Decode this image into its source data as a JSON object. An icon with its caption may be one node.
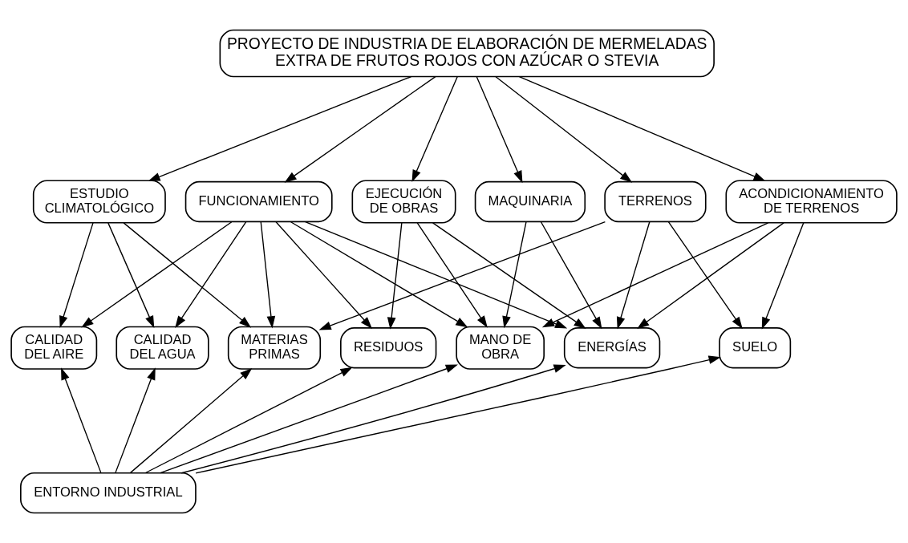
{
  "diagram": {
    "nodes": [
      {
        "text": [
          "PROYECTO DE INDUSTRIA DE ELABORACIÓN DE MERMELADAS EXTRA DE FRUTOS ROJOS CON AZÚCAR O STEVIA"
        ]
      },
      {
        "text": [
          "ESTUDIO CLIMATOLÓGICO"
        ]
      },
      {
        "text": [
          "TERRENOS"
        ]
      },
      {
        "text": [
          "ACONDICIONAMIENTO DE TERRENOS"
        ]
      },
      {
        "text": [
          "EJECUCIÓN DE OBRAS"
        ]
      },
      {
        "text": [
          "MAQUINARIA"
        ]
      },
      {
        "text": [
          "FUNCIONAMIENTO"
        ]
      },
      {
        "text": [
          "CALIDAD DEL AGUA"
        ]
      },
      {
        "text": [
          "CALIDAD DEL AIRE"
        ]
      },
      {
        "text": [
          "SUELO"
        ]
      },
      {
        "text": [
          "MANO DE OBRA"
        ]
      },
      {
        "text": [
          "MATERIAS PRIMAS"
        ]
      },
      {
        "text": [
          "ENERGÍAS"
        ]
      },
      {
        "text": [
          "RESIDUOS"
        ]
      },
      {
        "text": [
          "ENTORNO INDUSTRIAL"
        ]
      }
    ],
    "edges": [
      {
        "from": 0,
        "to": 1,
        "arrow": "to"
      },
      {
        "from": 0,
        "to": 2,
        "arrow": "to"
      },
      {
        "from": 0,
        "to": 3,
        "arrow": "to"
      },
      {
        "from": 0,
        "to": 4,
        "arrow": "to"
      },
      {
        "from": 0,
        "to": 5,
        "arrow": "to"
      },
      {
        "from": 0,
        "to": 6,
        "arrow": "to"
      },
      {
        "from": 1,
        "to": 7,
        "arrow": "to"
      },
      {
        "from": 1,
        "to": 8,
        "arrow": "to"
      },
      {
        "from": 1,
        "to": 11,
        "arrow": "to"
      },
      {
        "from": 2,
        "to": 9,
        "arrow": "to"
      },
      {
        "from": 2,
        "to": 11,
        "arrow": "to"
      },
      {
        "from": 2,
        "to": 12,
        "arrow": "to"
      },
      {
        "from": 3,
        "to": 9,
        "arrow": "to"
      },
      {
        "from": 3,
        "to": 10,
        "arrow": "to"
      },
      {
        "from": 3,
        "to": 12,
        "arrow": "to"
      },
      {
        "from": 4,
        "to": 10,
        "arrow": "to"
      },
      {
        "from": 4,
        "to": 12,
        "arrow": "to"
      },
      {
        "from": 4,
        "to": 13,
        "arrow": "to"
      },
      {
        "from": 5,
        "to": 10,
        "arrow": "to"
      },
      {
        "from": 5,
        "to": 12,
        "arrow": "to"
      },
      {
        "from": 6,
        "to": 7,
        "arrow": "to"
      },
      {
        "from": 6,
        "to": 8,
        "arrow": "to"
      },
      {
        "from": 6,
        "to": 10,
        "arrow": "to"
      },
      {
        "from": 6,
        "to": 11,
        "arrow": "to"
      },
      {
        "from": 6,
        "to": 12,
        "arrow": "to"
      },
      {
        "from": 6,
        "to": 13,
        "arrow": "to"
      },
      {
        "from": 14,
        "to": 7,
        "arrow": "to"
      },
      {
        "from": 14,
        "to": 8,
        "arrow": "to"
      },
      {
        "from": 14,
        "to": 9,
        "arrow": "to"
      },
      {
        "from": 14,
        "to": 10,
        "arrow": "to"
      },
      {
        "from": 14,
        "to": 11,
        "arrow": "to"
      },
      {
        "from": 14,
        "to": 12,
        "arrow": "to"
      },
      {
        "from": 14,
        "to": 13,
        "arrow": "to"
      }
    ]
  }
}
